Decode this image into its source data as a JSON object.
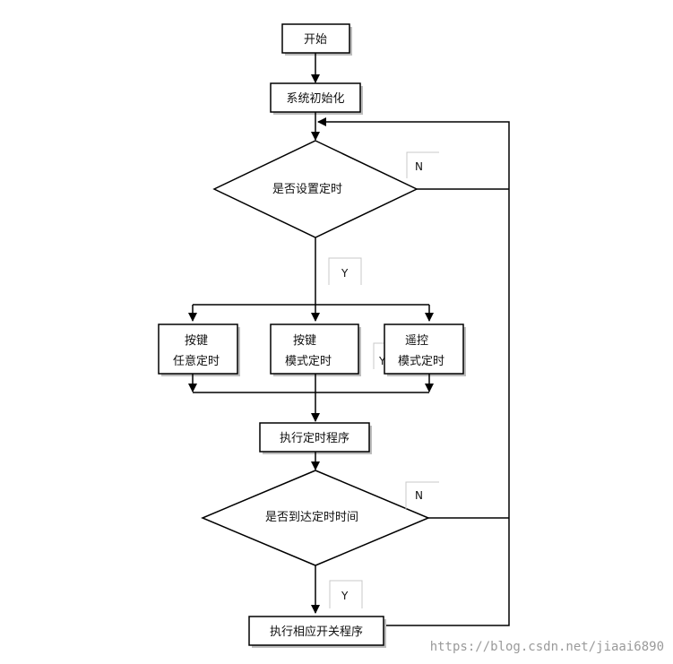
{
  "flowchart": {
    "start": "开始",
    "init": "系统初始化",
    "decision_set_timer": "是否设置定时",
    "no_label_1": "N",
    "yes_label_1": "Y",
    "option_left": {
      "line1": "按键",
      "line2": "任意定时"
    },
    "option_middle": {
      "line1": "按键",
      "line2": "模式定时"
    },
    "option_right": {
      "line1": "遥控",
      "line2": "模式定时"
    },
    "stray_y_label": "Y",
    "execute_timer": "执行定时程序",
    "decision_time_reached": "是否到达定时时间",
    "no_label_2": "N",
    "yes_label_2": "Y",
    "execute_switch": "执行相应开关程序"
  },
  "watermark": "https://blog.csdn.net/jiaai6890",
  "colors": {
    "line": "#000000",
    "shadow": "#bdbdbd",
    "watermark": "#9a9a9a"
  }
}
